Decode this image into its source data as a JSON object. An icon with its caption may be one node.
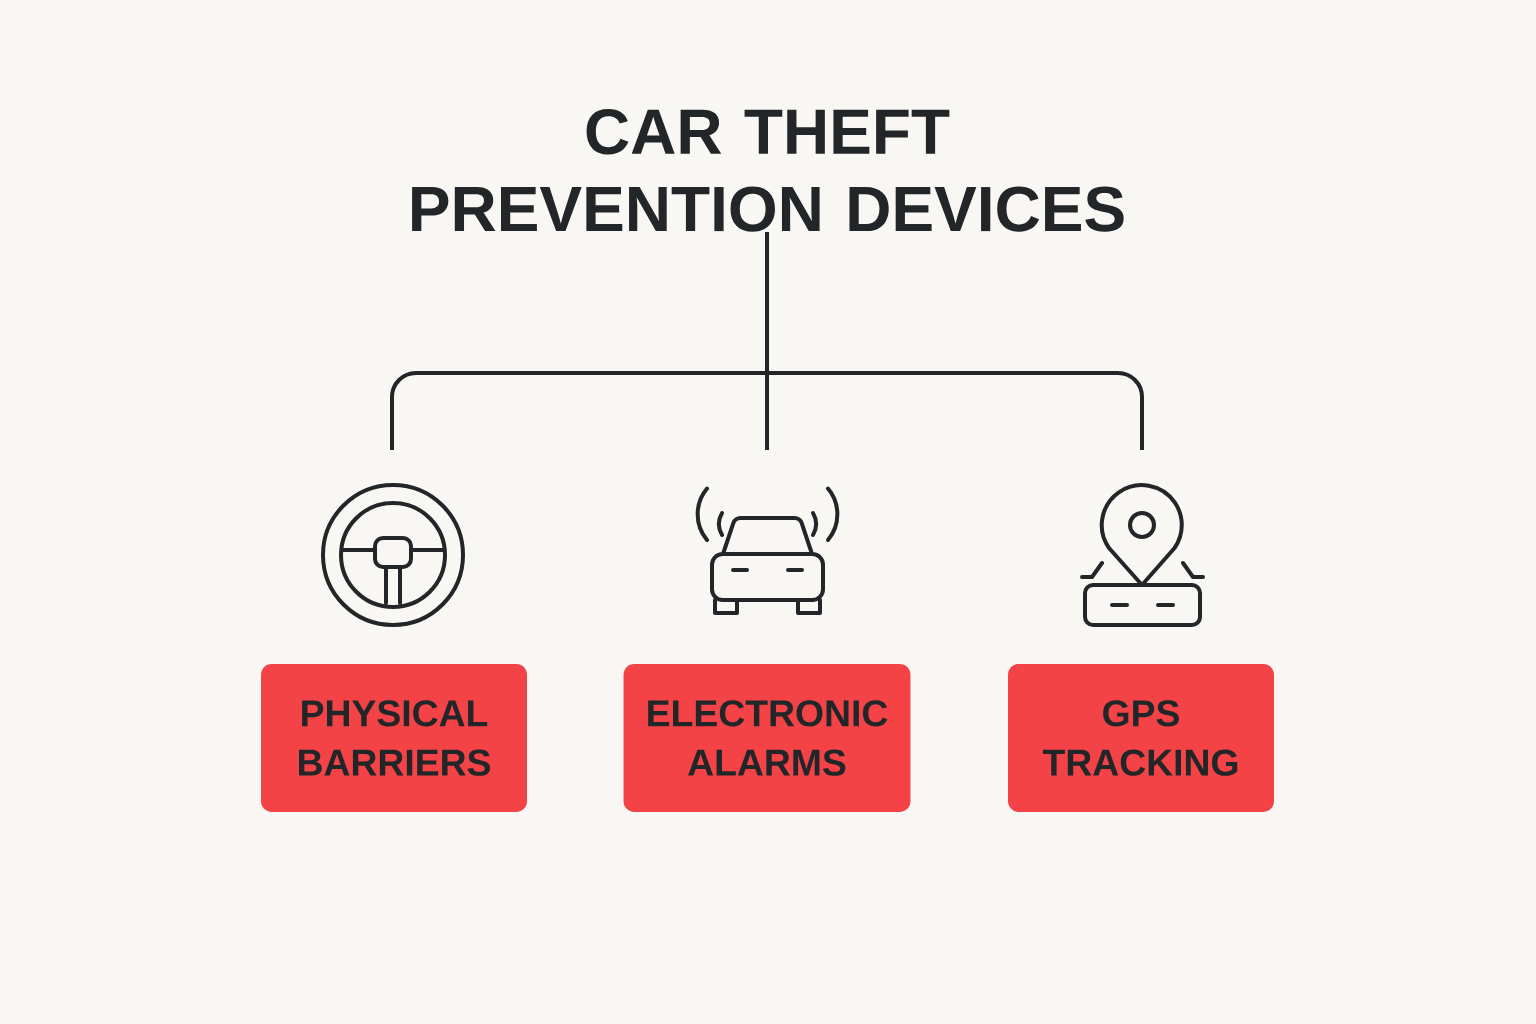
{
  "diagram": {
    "nodes": [
      {
        "text": [
          "CAR THEFT PREVENTION DEVICES"
        ]
      },
      {
        "text": [],
        "shape": "picture"
      },
      {
        "text": [],
        "shape": "picture"
      },
      {
        "text": [],
        "shape": "picture"
      },
      {
        "text": [
          "PHYSICAL BARRIERS"
        ]
      },
      {
        "text": [
          "ELECTRONIC ALARMS"
        ]
      },
      {
        "text": [
          "GPS TRACKING"
        ]
      }
    ],
    "edges": [
      {
        "from": 0,
        "to": 1,
        "arrow": "none"
      },
      {
        "from": 0,
        "to": 2,
        "arrow": "none"
      },
      {
        "from": 0,
        "to": 3,
        "arrow": "none"
      }
    ]
  }
}
